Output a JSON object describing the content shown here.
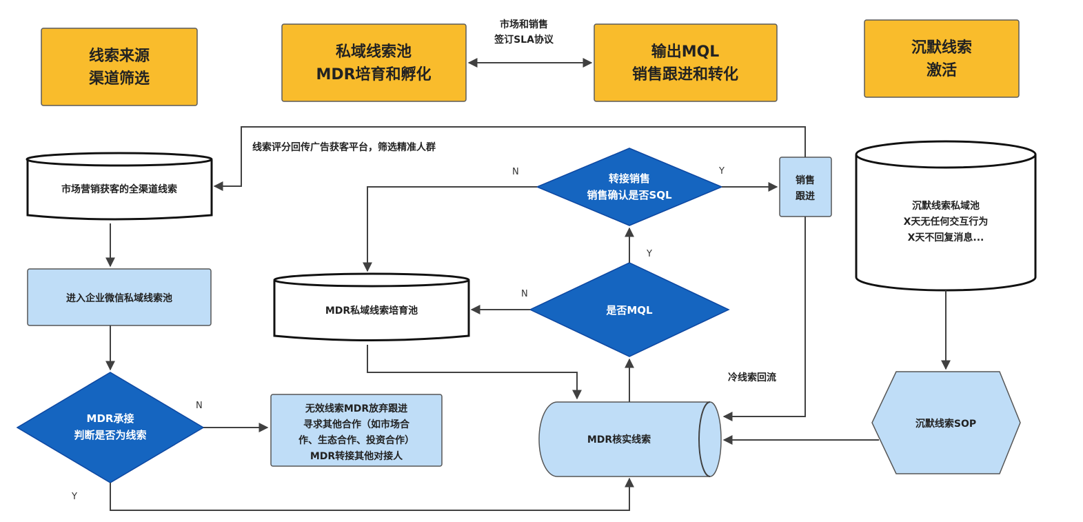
{
  "headers": {
    "source": [
      "线索来源",
      "渠道筛选"
    ],
    "pool": [
      "私域线索池",
      "MDR培育和孵化"
    ],
    "mql": [
      "输出MQL",
      "销售跟进和转化"
    ],
    "silent": [
      "沉默线索",
      "激活"
    ]
  },
  "sla_label": [
    "市场和销售",
    "签订SLA协议"
  ],
  "nodes": {
    "all_channel": "市场营销获客的全渠道线索",
    "wecom_pool": "进入企业微信私域线索池",
    "mdr_judge": [
      "MDR承接",
      "判断是否为线索"
    ],
    "invalid": [
      "无效线索MDR放弃跟进",
      "寻求其他合作（如市场合",
      "作、生态合作、投资合作）",
      "MDR转接其他对接人"
    ],
    "nurture_pool": "MDR私域线索培育池",
    "mdr_verify": "MDR核实线索",
    "is_mql": "是否MQL",
    "transfer_sales": [
      "转接销售",
      "销售确认是否SQL"
    ],
    "sales_follow": [
      "销售",
      "跟进"
    ],
    "silent_pool": [
      "沉默线索私域池",
      "X天无任何交互行为",
      "X天不回复消息..."
    ],
    "silent_sop": "沉默线索SOP"
  },
  "edge_labels": {
    "feedback": "线索评分回传广告获客平台，筛选精准人群",
    "judge_no": "N",
    "judge_yes": "Y",
    "mql_no": "N",
    "mql_yes": "Y",
    "sql_no": "N",
    "sql_yes": "Y",
    "cold_return": "冷线索回流"
  }
}
